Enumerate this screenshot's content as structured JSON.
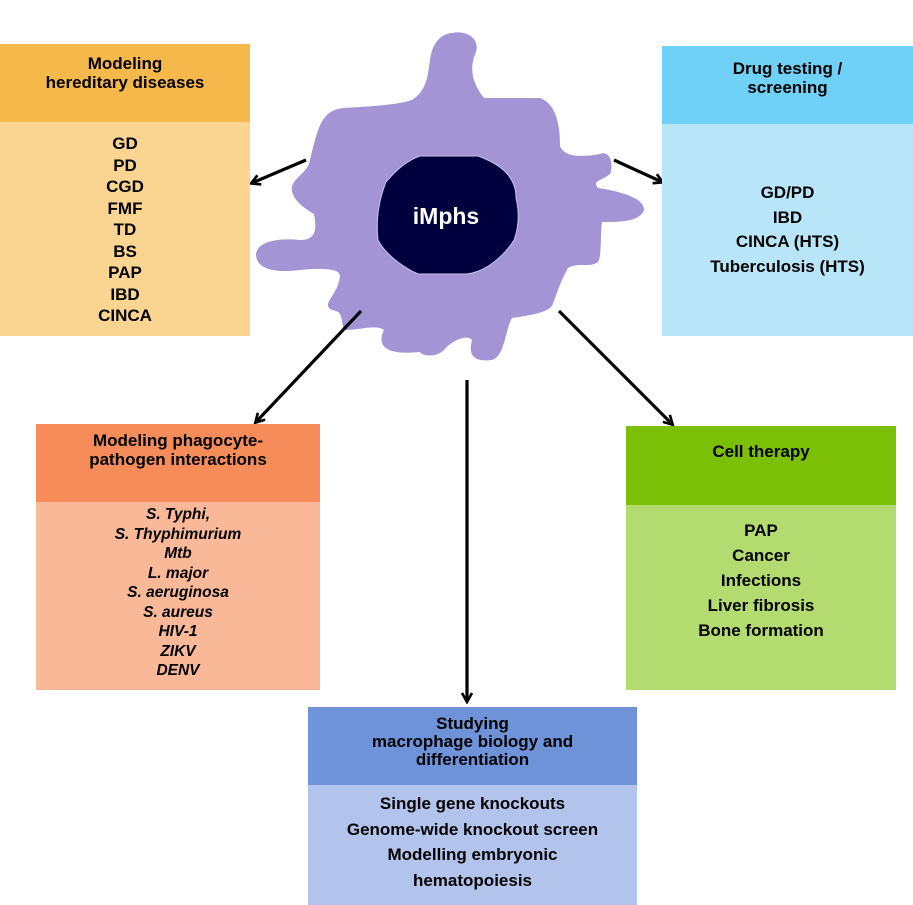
{
  "center": {
    "label": "iMphs",
    "cell_color": "#a394d6",
    "nucleus_color": "#01003f"
  },
  "boxes": {
    "hereditary": {
      "title_lines": [
        "Modeling",
        "hereditary diseases"
      ],
      "items": [
        "GD",
        "PD",
        "CGD",
        "FMF",
        "TD",
        "BS",
        "PAP",
        "IBD",
        "CINCA"
      ],
      "header_color": "#f5b94b",
      "body_color": "#fad592"
    },
    "drug": {
      "title_lines": [
        "Drug testing /",
        "screening"
      ],
      "items": [
        "GD/PD",
        "IBD",
        "CINCA (HTS)",
        "Tuberculosis (HTS)"
      ],
      "header_color": "#6fd1f6",
      "body_color": "#b8e6f8"
    },
    "pathogen": {
      "title_lines": [
        "Modeling phagocyte-",
        "pathogen interactions"
      ],
      "items": [
        "S. Typhi,",
        "S. Thyphimurium",
        "Mtb",
        "L. major",
        "S. aeruginosa",
        "S. aureus",
        "HIV-1",
        "ZIKV",
        "DENV"
      ],
      "header_color": "#f68c5a",
      "body_color": "#f9b897"
    },
    "therapy": {
      "title_lines": [
        "Cell therapy"
      ],
      "items": [
        "PAP",
        "Cancer",
        "Infections",
        "Liver fibrosis",
        "Bone formation"
      ],
      "header_color": "#7bbf06",
      "body_color": "#b3db70"
    },
    "biology": {
      "title_lines": [
        "Studying",
        "macrophage biology and",
        "differentiation"
      ],
      "items": [
        "Single gene knockouts",
        "Genome-wide knockout screen",
        "Modelling embryonic",
        "hematopoiesis"
      ],
      "header_color": "#6f93d9",
      "body_color": "#b3c4ec"
    }
  }
}
